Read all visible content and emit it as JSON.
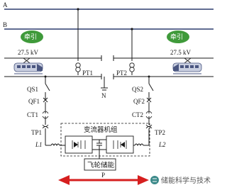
{
  "buses": {
    "a": "A",
    "b": "B"
  },
  "traction": {
    "left": "牵引",
    "right": "牵引"
  },
  "voltage": {
    "left": "27.5 kV",
    "right": "27.5 kV"
  },
  "pt": {
    "pt1": "PT1",
    "pt2": "PT2"
  },
  "neutral": "N",
  "qs": {
    "qs1": "QS1",
    "qs2": "QS2"
  },
  "qf": {
    "qf1": "QF1",
    "qf2": "QF2"
  },
  "ct": {
    "ct1": "CT1",
    "ct2": "CT2"
  },
  "tp": {
    "tp1": "TP1",
    "tp2": "TP2"
  },
  "inductor": {
    "l1": "L1",
    "l2": "L2"
  },
  "converter_label": "变流器机组",
  "flywheel_label": "飞轮储能",
  "power_label": "P",
  "watermark": "储能科学与技术",
  "colors": {
    "bus": "#2d3d6e",
    "traction": "#3f9a3a",
    "arrow": "#d61f1f",
    "watermark_bg": "#3c8a8a"
  }
}
